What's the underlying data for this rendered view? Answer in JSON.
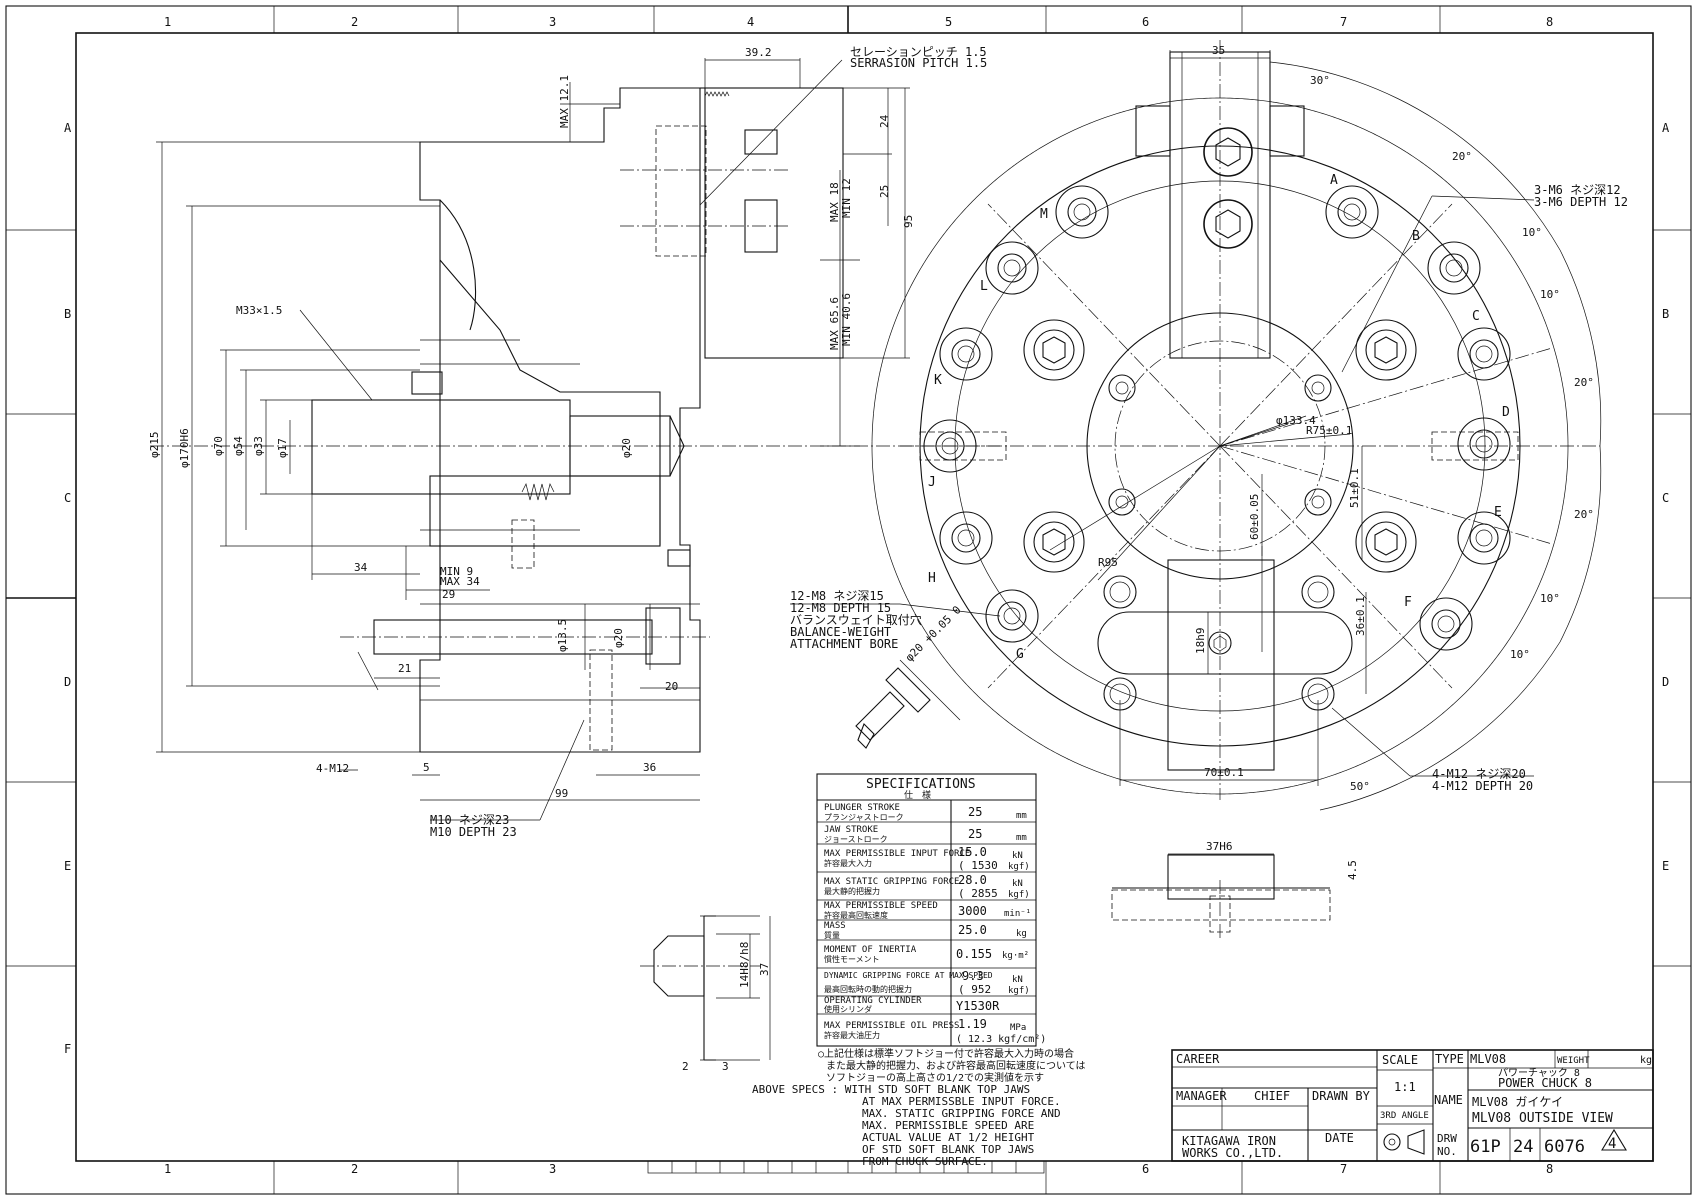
{
  "grid": {
    "columns": [
      "1",
      "2",
      "3",
      "4",
      "5",
      "6",
      "7",
      "8"
    ],
    "rows": [
      "A",
      "B",
      "C",
      "D",
      "E",
      "F"
    ]
  },
  "dimensions": {
    "d215": "φ215",
    "d170": "φ170H6",
    "d70": "φ70",
    "d54": "φ54",
    "d33": "φ33",
    "d17": "φ17",
    "d20a": "φ20",
    "d135": "φ13.5",
    "d20b": "φ20",
    "l34": "34",
    "l29": "29",
    "l21": "21",
    "l5": "5",
    "l36": "36",
    "l99": "99",
    "l20": "20",
    "min9": "MIN 9",
    "max34": "MAX 34",
    "w392": "39.2",
    "max121": "MAX 12.1",
    "l24": "24",
    "l25": "25",
    "l95": "95",
    "max18": "MAX 18",
    "min12": "MIN 12",
    "max656": "MAX 65.6",
    "min406": "MIN 40.6",
    "m33": "M33×1.5",
    "m12": "4-M12",
    "w35": "35",
    "a30": "30°",
    "a20a": "20°",
    "a10a": "10°",
    "a10b": "10°",
    "a20b": "20°",
    "a20c": "20°",
    "a10c": "10°",
    "a10d": "10°",
    "a50": "50°",
    "d1334": "φ133.4",
    "r75": "R75±0.1",
    "r95": "R95",
    "l51": "51±0.1",
    "l60": "60±0.05",
    "l36b": "36±0.1",
    "l18": "18h9",
    "l70": "70±0.1",
    "d20c": "φ20 +0.05 0",
    "l37h6": "37H6",
    "l45": "4.5",
    "l14h8": "14H8/h8",
    "l37": "37",
    "l2": "2",
    "l3": "3"
  },
  "jaw_letters": [
    "A",
    "B",
    "C",
    "D",
    "E",
    "F",
    "G",
    "H",
    "J",
    "K",
    "L",
    "M"
  ],
  "notes": {
    "serration_jp": "セレーションピッチ 1.5",
    "serration_en": "SERRASION PITCH 1.5",
    "m6_jp": "3-M6 ネジ深12",
    "m6_en": "3-M6 DEPTH 12",
    "m8_jp": "12-M8 ネジ深15",
    "m8_en": "12-M8 DEPTH 15",
    "bw_jp": "バランスウェイト取付穴",
    "bw_en1": "BALANCE-WEIGHT",
    "bw_en2": "ATTACHMENT BORE",
    "m12b_jp": "4-M12 ネジ深20",
    "m12b_en": "4-M12 DEPTH 20",
    "m10_jp": "M10 ネジ深23",
    "m10_en": "M10 DEPTH 23"
  },
  "specifications": {
    "title": "SPECIFICATIONS",
    "title_jp": "仕　様",
    "rows": [
      {
        "label": "PLUNGER STROKE",
        "label_jp": "プランジャストローク",
        "value": "25",
        "unit": "mm"
      },
      {
        "label": "JAW STROKE",
        "label_jp": "ジョーストローク",
        "value": "25",
        "unit": "mm"
      },
      {
        "label": "MAX PERMISSIBLE INPUT FORCE",
        "label_jp": "許容最大入力",
        "value": "15.0",
        "value2": "( 1530",
        "unit": "kN",
        "unit2": "kgf)"
      },
      {
        "label": "MAX STATIC GRIPPING FORCE",
        "label_jp": "最大静的把握力",
        "value": "28.0",
        "value2": "( 2855",
        "unit": "kN",
        "unit2": "kgf)"
      },
      {
        "label": "MAX PERMISSIBLE SPEED",
        "label_jp": "許容最高回転速度",
        "value": "3000",
        "unit": "min⁻¹"
      },
      {
        "label": "MASS",
        "label_jp": "質量",
        "value": "25.0",
        "unit": "kg"
      },
      {
        "label": "MOMENT OF INERTIA",
        "label_jp": "慣性モーメント",
        "value": "0.155",
        "unit": "kg·m²"
      },
      {
        "label": "DYNAMIC GRIPPING FORCE AT MAX SPEED",
        "label_jp": "最高回転時の動的把握力",
        "value": "9.3",
        "value2": "(  952",
        "unit": "kN",
        "unit2": "kgf)"
      },
      {
        "label": "OPERATING CYLINDER",
        "label_jp": "使用シリンダ",
        "value": "Y1530R",
        "unit": ""
      },
      {
        "label": "MAX PERMISSIBLE OIL PRESS",
        "label_jp": "許容最大油圧力",
        "value": "1.19",
        "value2": "( 12.3 kgf/cm²)",
        "unit": "MPa",
        "unit2": ""
      }
    ],
    "footnote_jp": [
      "○上記仕様は標準ソフトジョー付で許容最大入力時の場合",
      "また最大静的把握力、および許容最高回転速度については",
      "ソフトジョーの高上高さの1/2での実測値を示す"
    ],
    "footnote_en": [
      "ABOVE SPECS : WITH STD SOFT BLANK TOP JAWS",
      "AT MAX PERMISSBLE INPUT FORCE.",
      "MAX. STATIC GRIPPING FORCE AND",
      "MAX. PERMISSIBLE SPEED ARE",
      "ACTUAL VALUE AT 1/2 HEIGHT",
      "OF STD SOFT BLANK TOP JAWS",
      "FROM CHUCK SURFACE."
    ]
  },
  "title_block": {
    "career": "CAREER",
    "manager": "MANAGER",
    "chief": "CHIEF",
    "drawn_by": "DRAWN BY",
    "date": "DATE",
    "company1": "KITAGAWA IRON",
    "company2": "WORKS CO.,LTD.",
    "scale_label": "SCALE",
    "scale_value": "1:1",
    "angle": "3RD ANGLE",
    "type_label": "TYPE",
    "type_value": "MLV08",
    "weight_label": "WEIGHT",
    "weight_unit": "kg",
    "product_jp": "パワーチャック 8",
    "product_en": "POWER CHUCK 8",
    "name_label": "NAME",
    "name_jp": "MLV08 ガイケイ",
    "name_en": "MLV08 OUTSIDE VIEW",
    "drw_label1": "DRW",
    "drw_label2": "NO.",
    "drw_a": "61P",
    "drw_b": "24",
    "drw_c": "6076",
    "rev": "4"
  }
}
